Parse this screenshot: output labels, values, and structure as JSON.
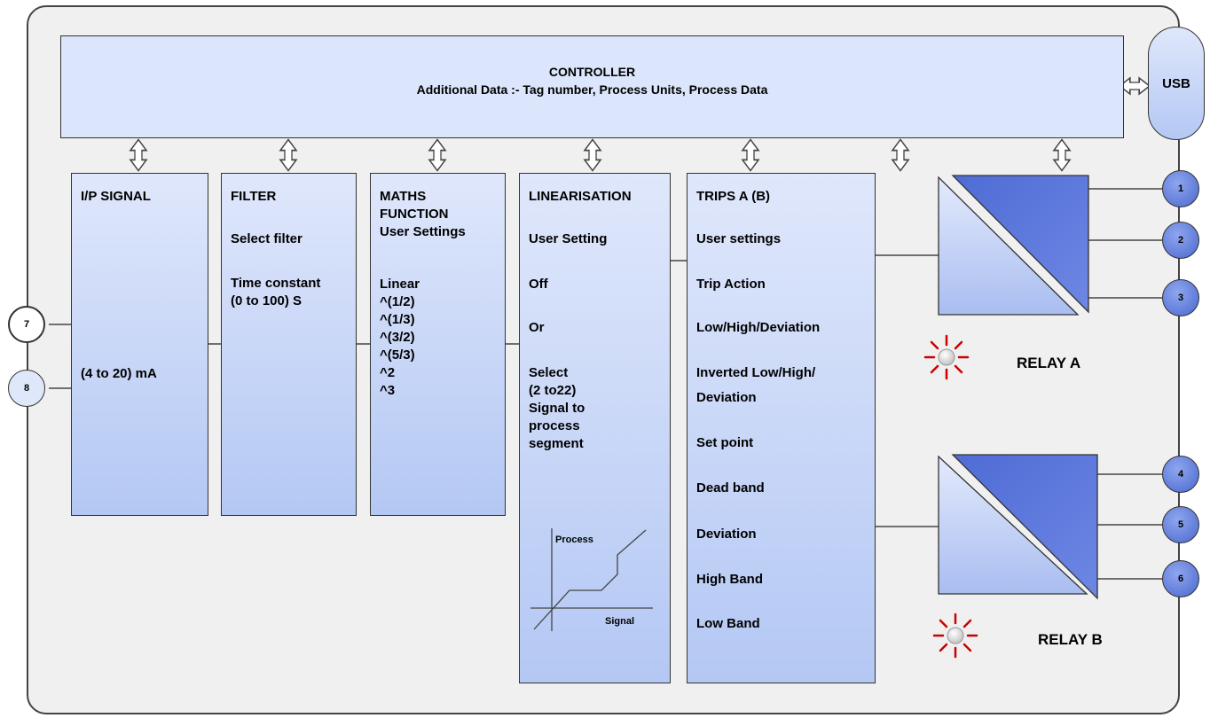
{
  "controller": {
    "title": "CONTROLLER",
    "subtitle": "Additional Data :- Tag number, Process Units, Process Data"
  },
  "usb": {
    "label": "USB"
  },
  "input_terminals": [
    "7",
    "8"
  ],
  "output_terminals": [
    "1",
    "2",
    "3",
    "4",
    "5",
    "6"
  ],
  "blocks": {
    "ip_signal": {
      "title": "I/P SIGNAL",
      "range": "(4 to 20) mA"
    },
    "filter": {
      "title": "FILTER",
      "line1": "Select filter",
      "line2": "Time constant",
      "line3": "(0 to 100) S"
    },
    "maths": {
      "title1": "MATHS",
      "title2": "FUNCTION",
      "subtitle": "User Settings",
      "options": [
        "Linear",
        "^(1/2)",
        "^(1/3)",
        "^(3/2)",
        "^(5/3)",
        "^2",
        "^3"
      ]
    },
    "linearisation": {
      "title": "LINEARISATION",
      "subtitle": "User Setting",
      "items": [
        "Off",
        "Or",
        "Select",
        "(2 to22)",
        "Signal to",
        "process",
        "segment"
      ],
      "chart_process_label": "Process",
      "chart_signal_label": "Signal"
    },
    "trips": {
      "title": "TRIPS A (B)",
      "items": [
        "User settings",
        "Trip Action",
        "Low/High/Deviation",
        "Inverted Low/High/",
        "Deviation",
        "Set point",
        "Dead band",
        "Deviation",
        "High Band",
        "Low Band"
      ]
    }
  },
  "relays": {
    "a": "RELAY A",
    "b": "RELAY B"
  },
  "colors": {
    "block_top": "#dfe7fb",
    "block_bottom": "#b4c8f4",
    "relay_dark": "#4a68d0",
    "led_ray": "#cc0000"
  }
}
